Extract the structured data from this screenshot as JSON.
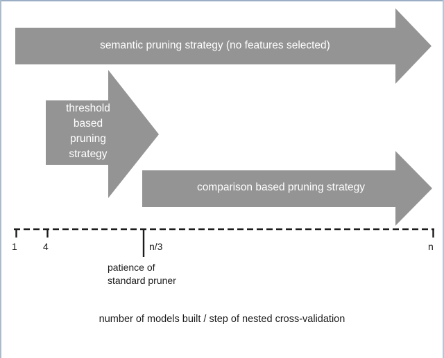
{
  "figure": {
    "kind": "block-arrow-timeline-diagram",
    "background_color": "#ffffff",
    "arrow_fill_color": "#949494",
    "arrow_text_color": "#ffffff",
    "axis_color": "#1b1b1b",
    "frame_color": "#9aadc4"
  },
  "arrows": {
    "semantic": {
      "label": "semantic pruning strategy (no features selected)",
      "starts_at_tick": "1",
      "ends_at_tick": "n"
    },
    "threshold": {
      "label_lines": [
        "threshold",
        "based",
        "pruning",
        "strategy"
      ],
      "label": "threshold\nbased\npruning\nstrategy",
      "starts_at_tick": "4",
      "ends_at_tick": "n/3"
    },
    "comparison": {
      "label": "comparison based pruning strategy",
      "starts_at_tick": "n/3",
      "ends_at_tick": "n"
    }
  },
  "axis": {
    "style": "dashed",
    "ticks": [
      {
        "label": "1",
        "kind": "short"
      },
      {
        "label": "4",
        "kind": "short"
      },
      {
        "label": "n/3",
        "kind": "long"
      },
      {
        "label": "n",
        "kind": "short"
      }
    ],
    "annotation": {
      "lines": [
        "patience of",
        "standard pruner"
      ],
      "text": "patience of\nstandard pruner",
      "points_to_tick": "n/3"
    },
    "caption": "number of models built / step of nested cross-validation"
  }
}
